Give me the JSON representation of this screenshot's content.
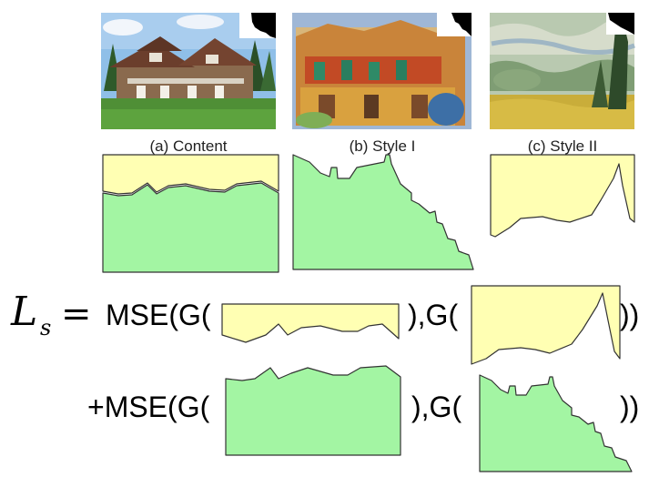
{
  "colors": {
    "yellow": "#FFFFB3",
    "green": "#A3F5A3",
    "outline": "#333333"
  },
  "images": [
    {
      "caption": "(a) Content",
      "icon": "house-photo"
    },
    {
      "caption": "(b) Style I",
      "icon": "painted-building-photo"
    },
    {
      "caption": "(c) Style II",
      "icon": "wheat-field-painting"
    }
  ],
  "equation": {
    "lhs_symbol": "L",
    "lhs_subscript": "s",
    "equals": "=",
    "row1_open": "MSE(G(",
    "row1_mid": "),G(",
    "row1_close": "))",
    "row2_open": "+MSE(G(",
    "row2_mid": "),G(",
    "row2_close": "))"
  }
}
